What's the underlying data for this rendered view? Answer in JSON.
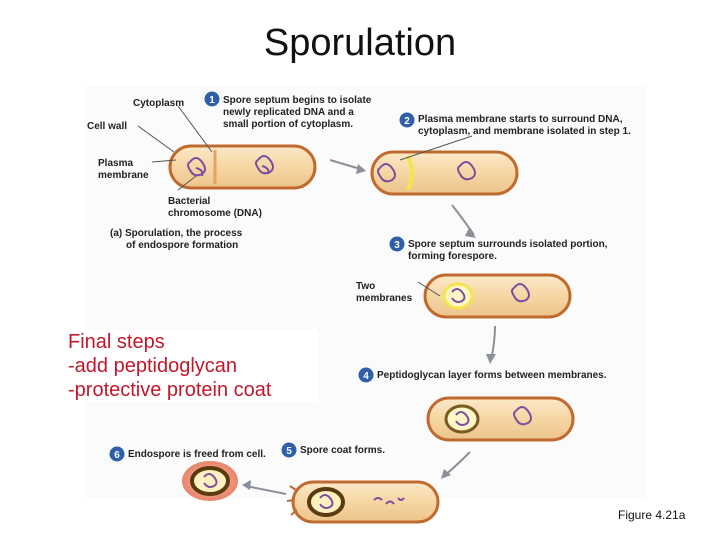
{
  "title": "Sporulation",
  "labels": {
    "cytoplasm": "Cytoplasm",
    "cell_wall": "Cell wall",
    "plasma_1": "Plasma",
    "plasma_2": "membrane",
    "bacterial_1": "Bacterial",
    "bacterial_2": "chromosome (DNA)",
    "caption_a_1": "(a) Sporulation, the process",
    "caption_a_2": "of endospore formation",
    "two_1": "Two",
    "two_2": "membranes"
  },
  "steps": [
    {
      "num": "1",
      "lines": [
        "Spore septum begins to isolate",
        "newly replicated DNA and a",
        "small portion of cytoplasm."
      ]
    },
    {
      "num": "2",
      "lines": [
        "Plasma membrane starts to surround DNA,",
        "cytoplasm, and membrane isolated in step 1."
      ]
    },
    {
      "num": "3",
      "lines": [
        "Spore septum surrounds isolated portion,",
        "forming forespore."
      ]
    },
    {
      "num": "4",
      "lines": [
        "Peptidoglycan layer forms between membranes."
      ]
    },
    {
      "num": "5",
      "lines": [
        "Spore coat forms."
      ]
    },
    {
      "num": "6",
      "lines": [
        "Endospore is freed from cell."
      ]
    }
  ],
  "notes": {
    "line1": "Final steps",
    "line2": "-add peptidoglycan",
    "line3": "-protective protein coat"
  },
  "figure_ref": "Figure 4.21a",
  "colors": {
    "badge": "#2f5fa8",
    "cell_fill": "#f8dcb0",
    "cell_wall": "#c06a30",
    "dna": "#7a4fa0",
    "spore_yellow": "#f4e64a",
    "note_text": "#c0182a"
  }
}
